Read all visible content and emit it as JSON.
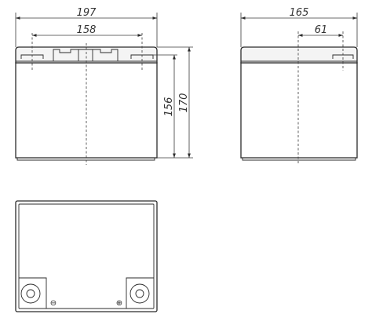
{
  "front_view": {
    "dim_total_width": "197",
    "dim_terminal_span": "158",
    "dim_body_height": "156",
    "dim_total_height": "170"
  },
  "side_view": {
    "dim_depth": "165",
    "dim_terminal_offset": "61"
  },
  "top_view": {
    "negative_symbol": "⊖",
    "positive_symbol": "⊕"
  }
}
